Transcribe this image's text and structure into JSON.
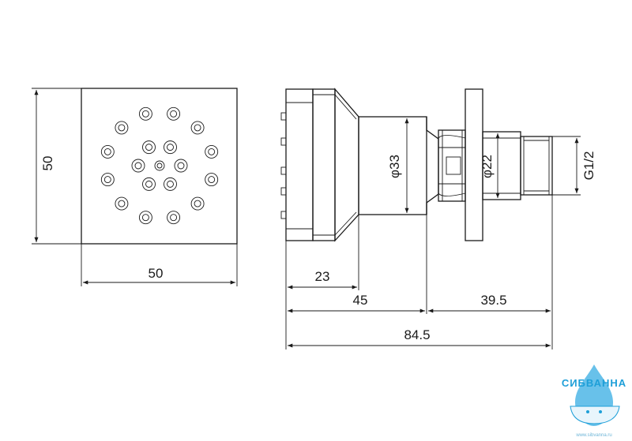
{
  "dimensions": {
    "front_height": "50",
    "front_width": "50",
    "d1": "23",
    "d2": "45",
    "d3": "39.5",
    "total": "84.5",
    "phi33": "φ33",
    "phi22": "φ22",
    "thread": "G1/2"
  },
  "brand": {
    "name": "СИБВАННА",
    "url": "www.sibvanna.ru",
    "color": "#1e9fd8"
  },
  "colors": {
    "line": "#1a1a1a",
    "background": "#ffffff"
  }
}
